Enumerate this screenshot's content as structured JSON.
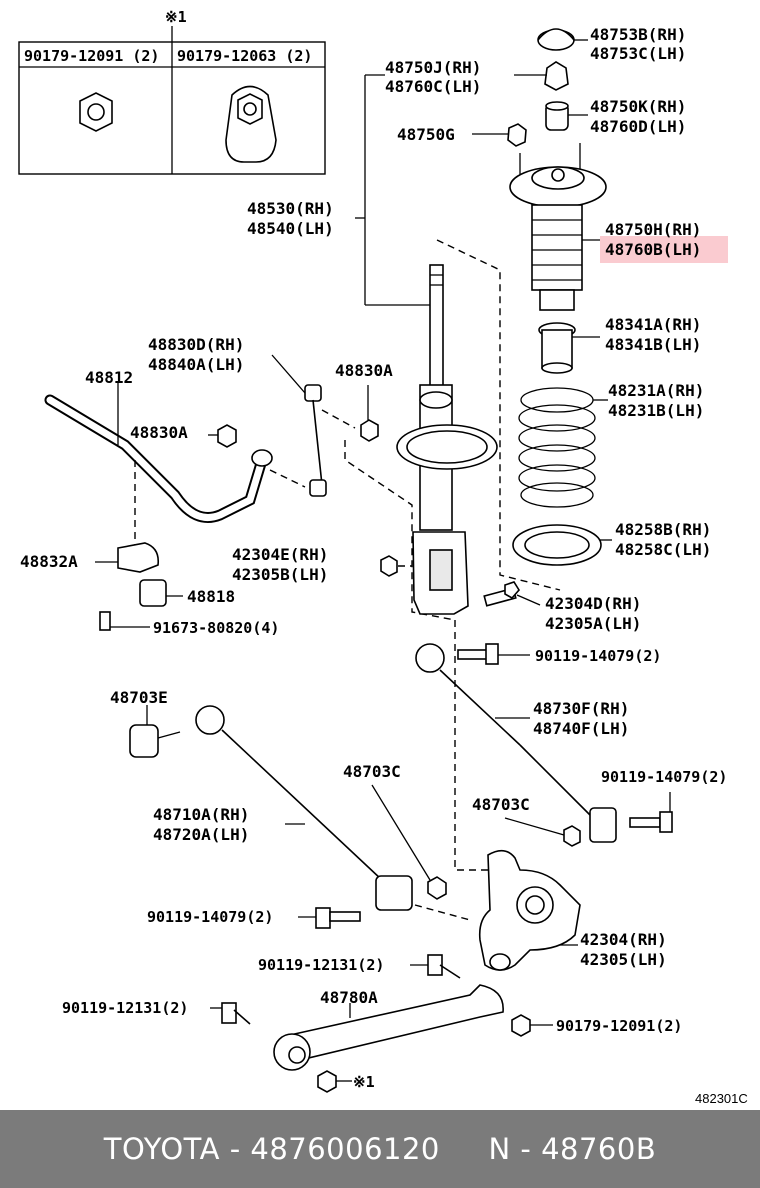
{
  "diagram": {
    "inset": {
      "marker": "※1",
      "left_part": "90179-12091 (2)",
      "right_part": "90179-12063 (2)"
    },
    "labels": {
      "p48753b": "48753B(RH)",
      "p48753c": "48753C(LH)",
      "p48750j": "48750J(RH)",
      "p48760c": "48760C(LH)",
      "p48750k": "48750K(RH)",
      "p48760d": "48760D(LH)",
      "p48750g": "48750G",
      "p48530": "48530(RH)",
      "p48540": "48540(LH)",
      "p48750h": "48750H(RH)",
      "p48760b": "48760B(LH)",
      "p48341a": "48341A(RH)",
      "p48341b": "48341B(LH)",
      "p48830d": "48830D(RH)",
      "p48840a": "48840A(LH)",
      "p48830a_top": "48830A",
      "p48812": "48812",
      "p48830a_left": "48830A",
      "p48231a": "48231A(RH)",
      "p48231b": "48231B(LH)",
      "p48258b": "48258B(RH)",
      "p48258c": "48258C(LH)",
      "p48832a": "48832A",
      "p42304e": "42304E(RH)",
      "p42305b": "42305B(LH)",
      "p48818": "48818",
      "p42304d": "42304D(RH)",
      "p42305a": "42305A(LH)",
      "p91673": "91673-80820(4)",
      "p90119_a": "90119-14079(2)",
      "p48703e": "48703E",
      "p48730f": "48730F(RH)",
      "p48740f": "48740F(LH)",
      "p48703c_top": "48703C",
      "p90119_b": "90119-14079(2)",
      "p48710a": "48710A(RH)",
      "p48720a": "48720A(LH)",
      "p48703c_right": "48703C",
      "p90119_c": "90119-14079(2)",
      "p42304": "42304(RH)",
      "p42305": "42305(LH)",
      "p90119_d": "90119-12131(2)",
      "p48780a": "48780A",
      "p90119_e": "90119-12131(2)",
      "p90179": "90179-12091(2)",
      "p_mark": "※1",
      "figure_ref": "482301C"
    },
    "highlight_color": "#e8102a"
  },
  "footer": {
    "text": "TOYOTA - 4876006120     N - 48760B",
    "background": "#7b7b7b"
  }
}
